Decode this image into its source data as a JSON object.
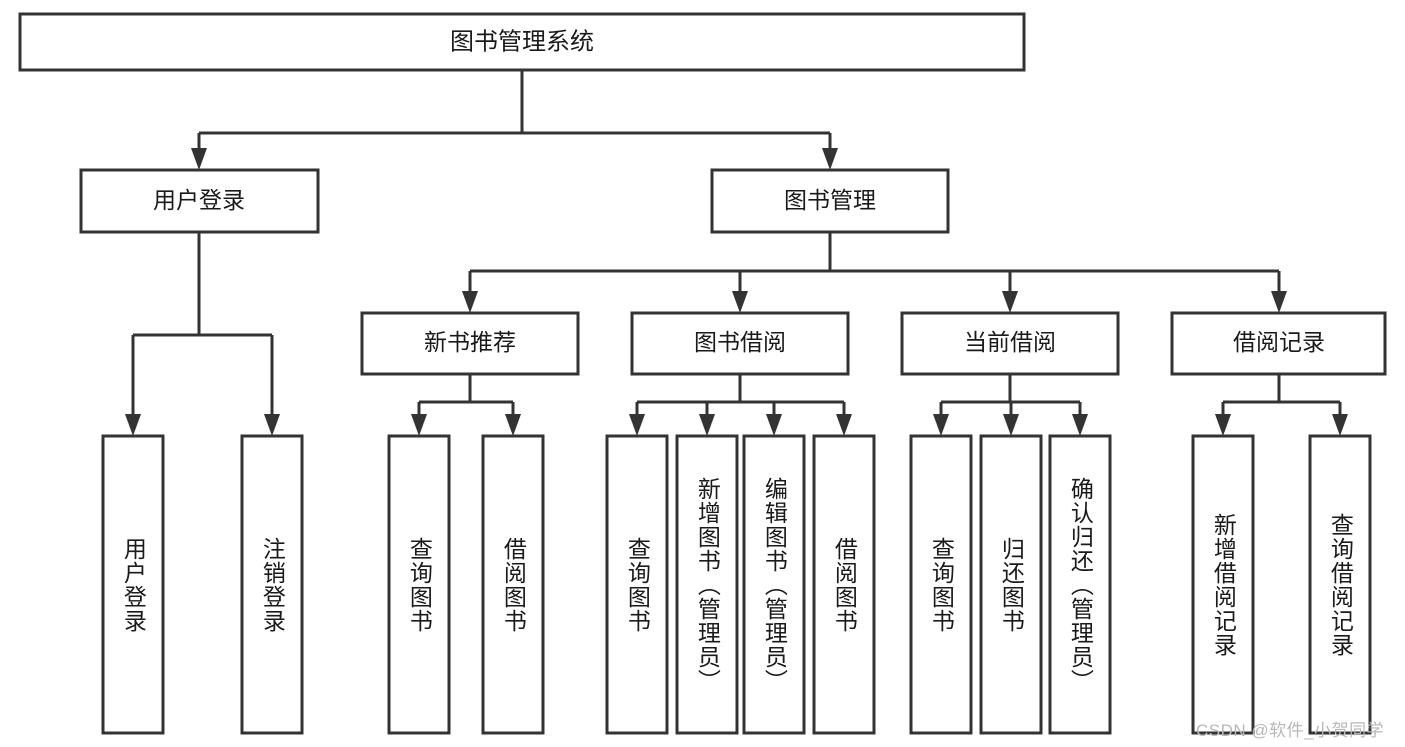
{
  "diagram": {
    "type": "tree",
    "title": "图书管理系统",
    "watermark": "CSDN @软件_小贺同学",
    "colors": {
      "background": "#ffffff",
      "box_stroke": "#333333",
      "text": "#1a1a1a",
      "watermark": "#b8b8b8"
    },
    "nodes": {
      "root": {
        "label": "图书管理系统"
      },
      "level2": [
        {
          "label": "用户登录"
        },
        {
          "label": "图书管理"
        }
      ],
      "level3": [
        {
          "label": "新书推荐"
        },
        {
          "label": "图书借阅"
        },
        {
          "label": "当前借阅"
        },
        {
          "label": "借阅记录"
        }
      ],
      "leaves": {
        "user_login": [
          {
            "label": "用户登录"
          },
          {
            "label": "注销登录"
          }
        ],
        "new_book_rec": [
          {
            "label": "查询图书"
          },
          {
            "label": "借阅图书"
          }
        ],
        "book_borrow": [
          {
            "label": "查询图书"
          },
          {
            "label": "新增图书（管理员）"
          },
          {
            "label": "编辑图书（管理员）"
          },
          {
            "label": "借阅图书"
          }
        ],
        "current_borrow": [
          {
            "label": "查询图书"
          },
          {
            "label": "归还图书"
          },
          {
            "label": "确认归还（管理员）"
          }
        ],
        "borrow_record": [
          {
            "label": "新增借阅记录"
          },
          {
            "label": "查询借阅记录"
          }
        ]
      }
    }
  }
}
